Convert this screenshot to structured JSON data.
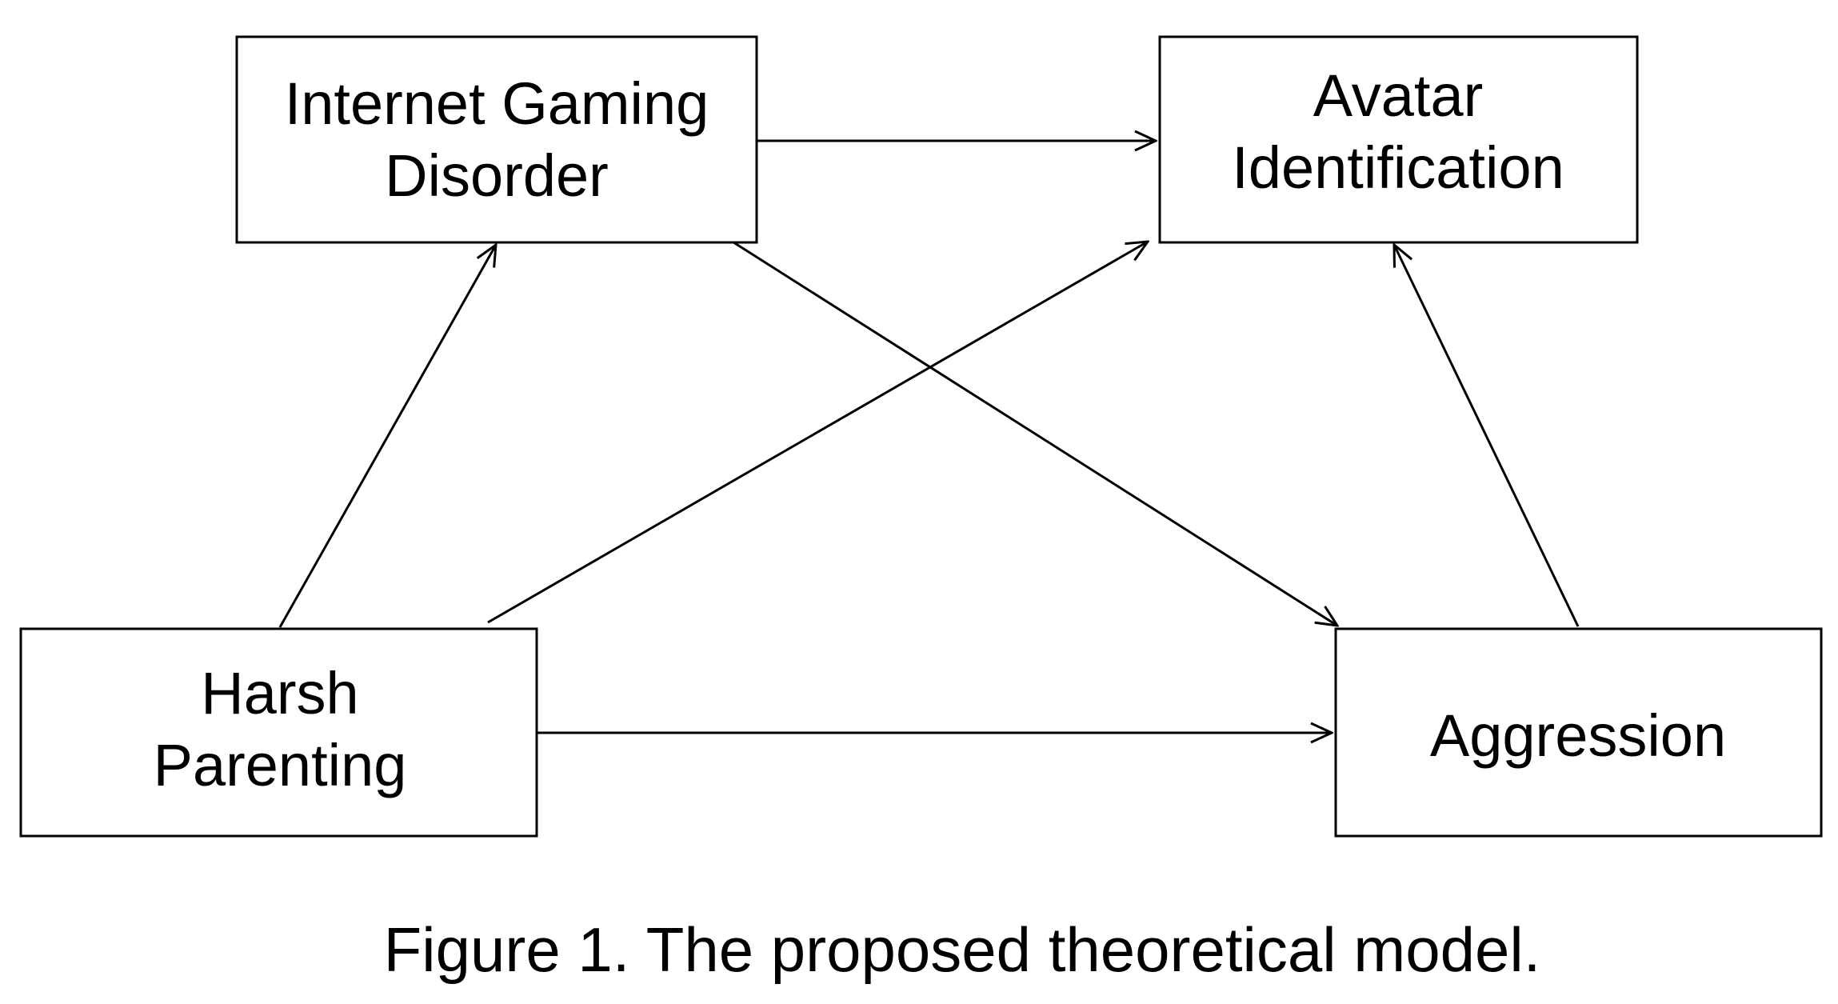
{
  "nodes": {
    "igd": {
      "line1": "Internet Gaming",
      "line2": "Disorder"
    },
    "avatar": {
      "line1": "Avatar",
      "line2": "Identification"
    },
    "harsh": {
      "line1": "Harsh",
      "line2": "Parenting"
    },
    "aggression": {
      "line1": "Aggression"
    }
  },
  "edges": [
    {
      "from": "Internet Gaming Disorder",
      "to": "Avatar Identification"
    },
    {
      "from": "Internet Gaming Disorder",
      "to": "Aggression"
    },
    {
      "from": "Harsh Parenting",
      "to": "Internet Gaming Disorder"
    },
    {
      "from": "Harsh Parenting",
      "to": "Avatar Identification"
    },
    {
      "from": "Harsh Parenting",
      "to": "Aggression"
    },
    {
      "from": "Aggression",
      "to": "Avatar Identification"
    }
  ],
  "caption": "Figure 1. The proposed theoretical model."
}
